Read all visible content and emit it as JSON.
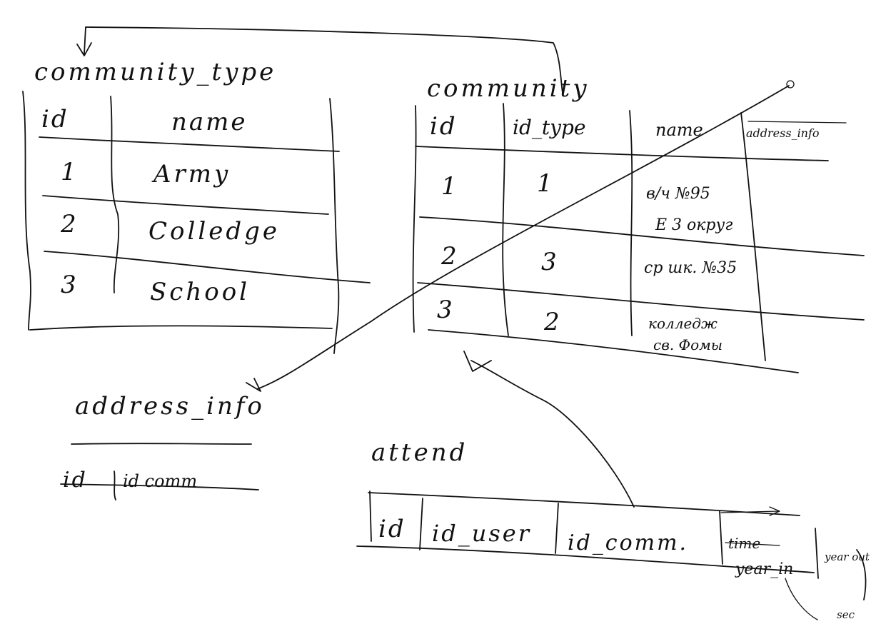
{
  "community_type": {
    "title": "community_type",
    "headers": [
      "id",
      "name"
    ],
    "rows": [
      [
        "1",
        "Army"
      ],
      [
        "2",
        "Colledge"
      ],
      [
        "3",
        "School"
      ]
    ]
  },
  "community": {
    "title": "community",
    "headers": [
      "id",
      "id_type",
      "name",
      "address_info"
    ],
    "rows": [
      [
        "1",
        "1",
        "в/ч №95",
        "Е 3 округ"
      ],
      [
        "2",
        "3",
        "ср шк. №35",
        ""
      ],
      [
        "3",
        "2",
        "колледж",
        "св. Фомы"
      ]
    ]
  },
  "address_info": {
    "title": "address_info",
    "headers": [
      "id",
      "id comm"
    ]
  },
  "attend": {
    "title": "attend",
    "headers": [
      "id",
      "id_user",
      "id_comm.",
      "time",
      "year_in",
      "year out",
      "sec"
    ]
  }
}
